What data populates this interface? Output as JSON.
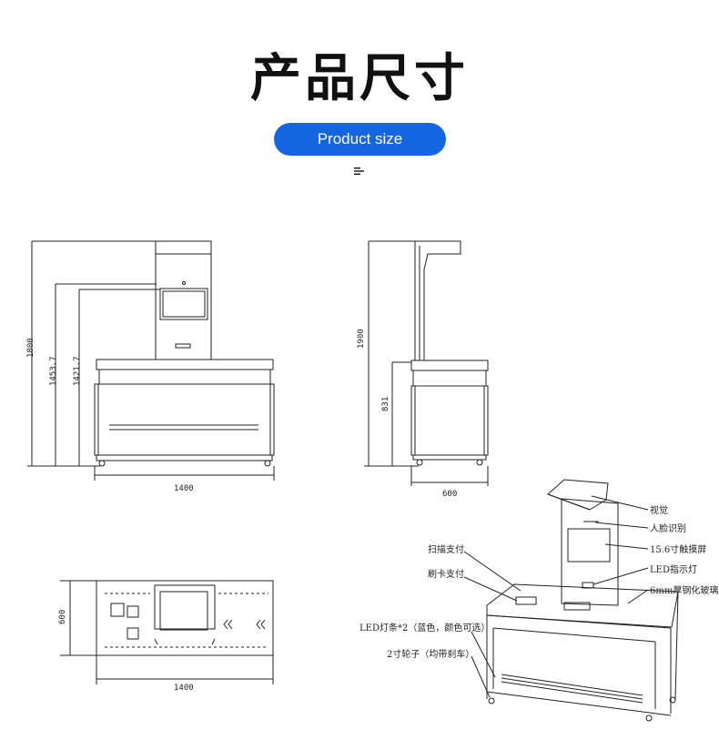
{
  "heading": {
    "title": "产品尺寸",
    "subtitle": "Product size"
  },
  "front_view": {
    "width": "1400",
    "height_total": "1800",
    "height_a": "1453.7",
    "height_b": "1421.7"
  },
  "side_view": {
    "depth": "600",
    "height_total": "1900",
    "height_counter": "831"
  },
  "top_view": {
    "width": "1400",
    "depth": "600"
  },
  "callouts": {
    "vision": "视觉",
    "face": "人脸识别",
    "touchscreen": "15.6寸触摸屏",
    "led_indicator": "LED指示灯",
    "glass": "6mm厚钢化玻璃",
    "scan": "扫描支付",
    "card": "刷卡支付",
    "led_strip": "LED灯条*2（蓝色，颜色可选）",
    "casters": "2寸轮子（均带刹车）"
  },
  "colors": {
    "accent": "#1565e3",
    "line": "#222222"
  }
}
